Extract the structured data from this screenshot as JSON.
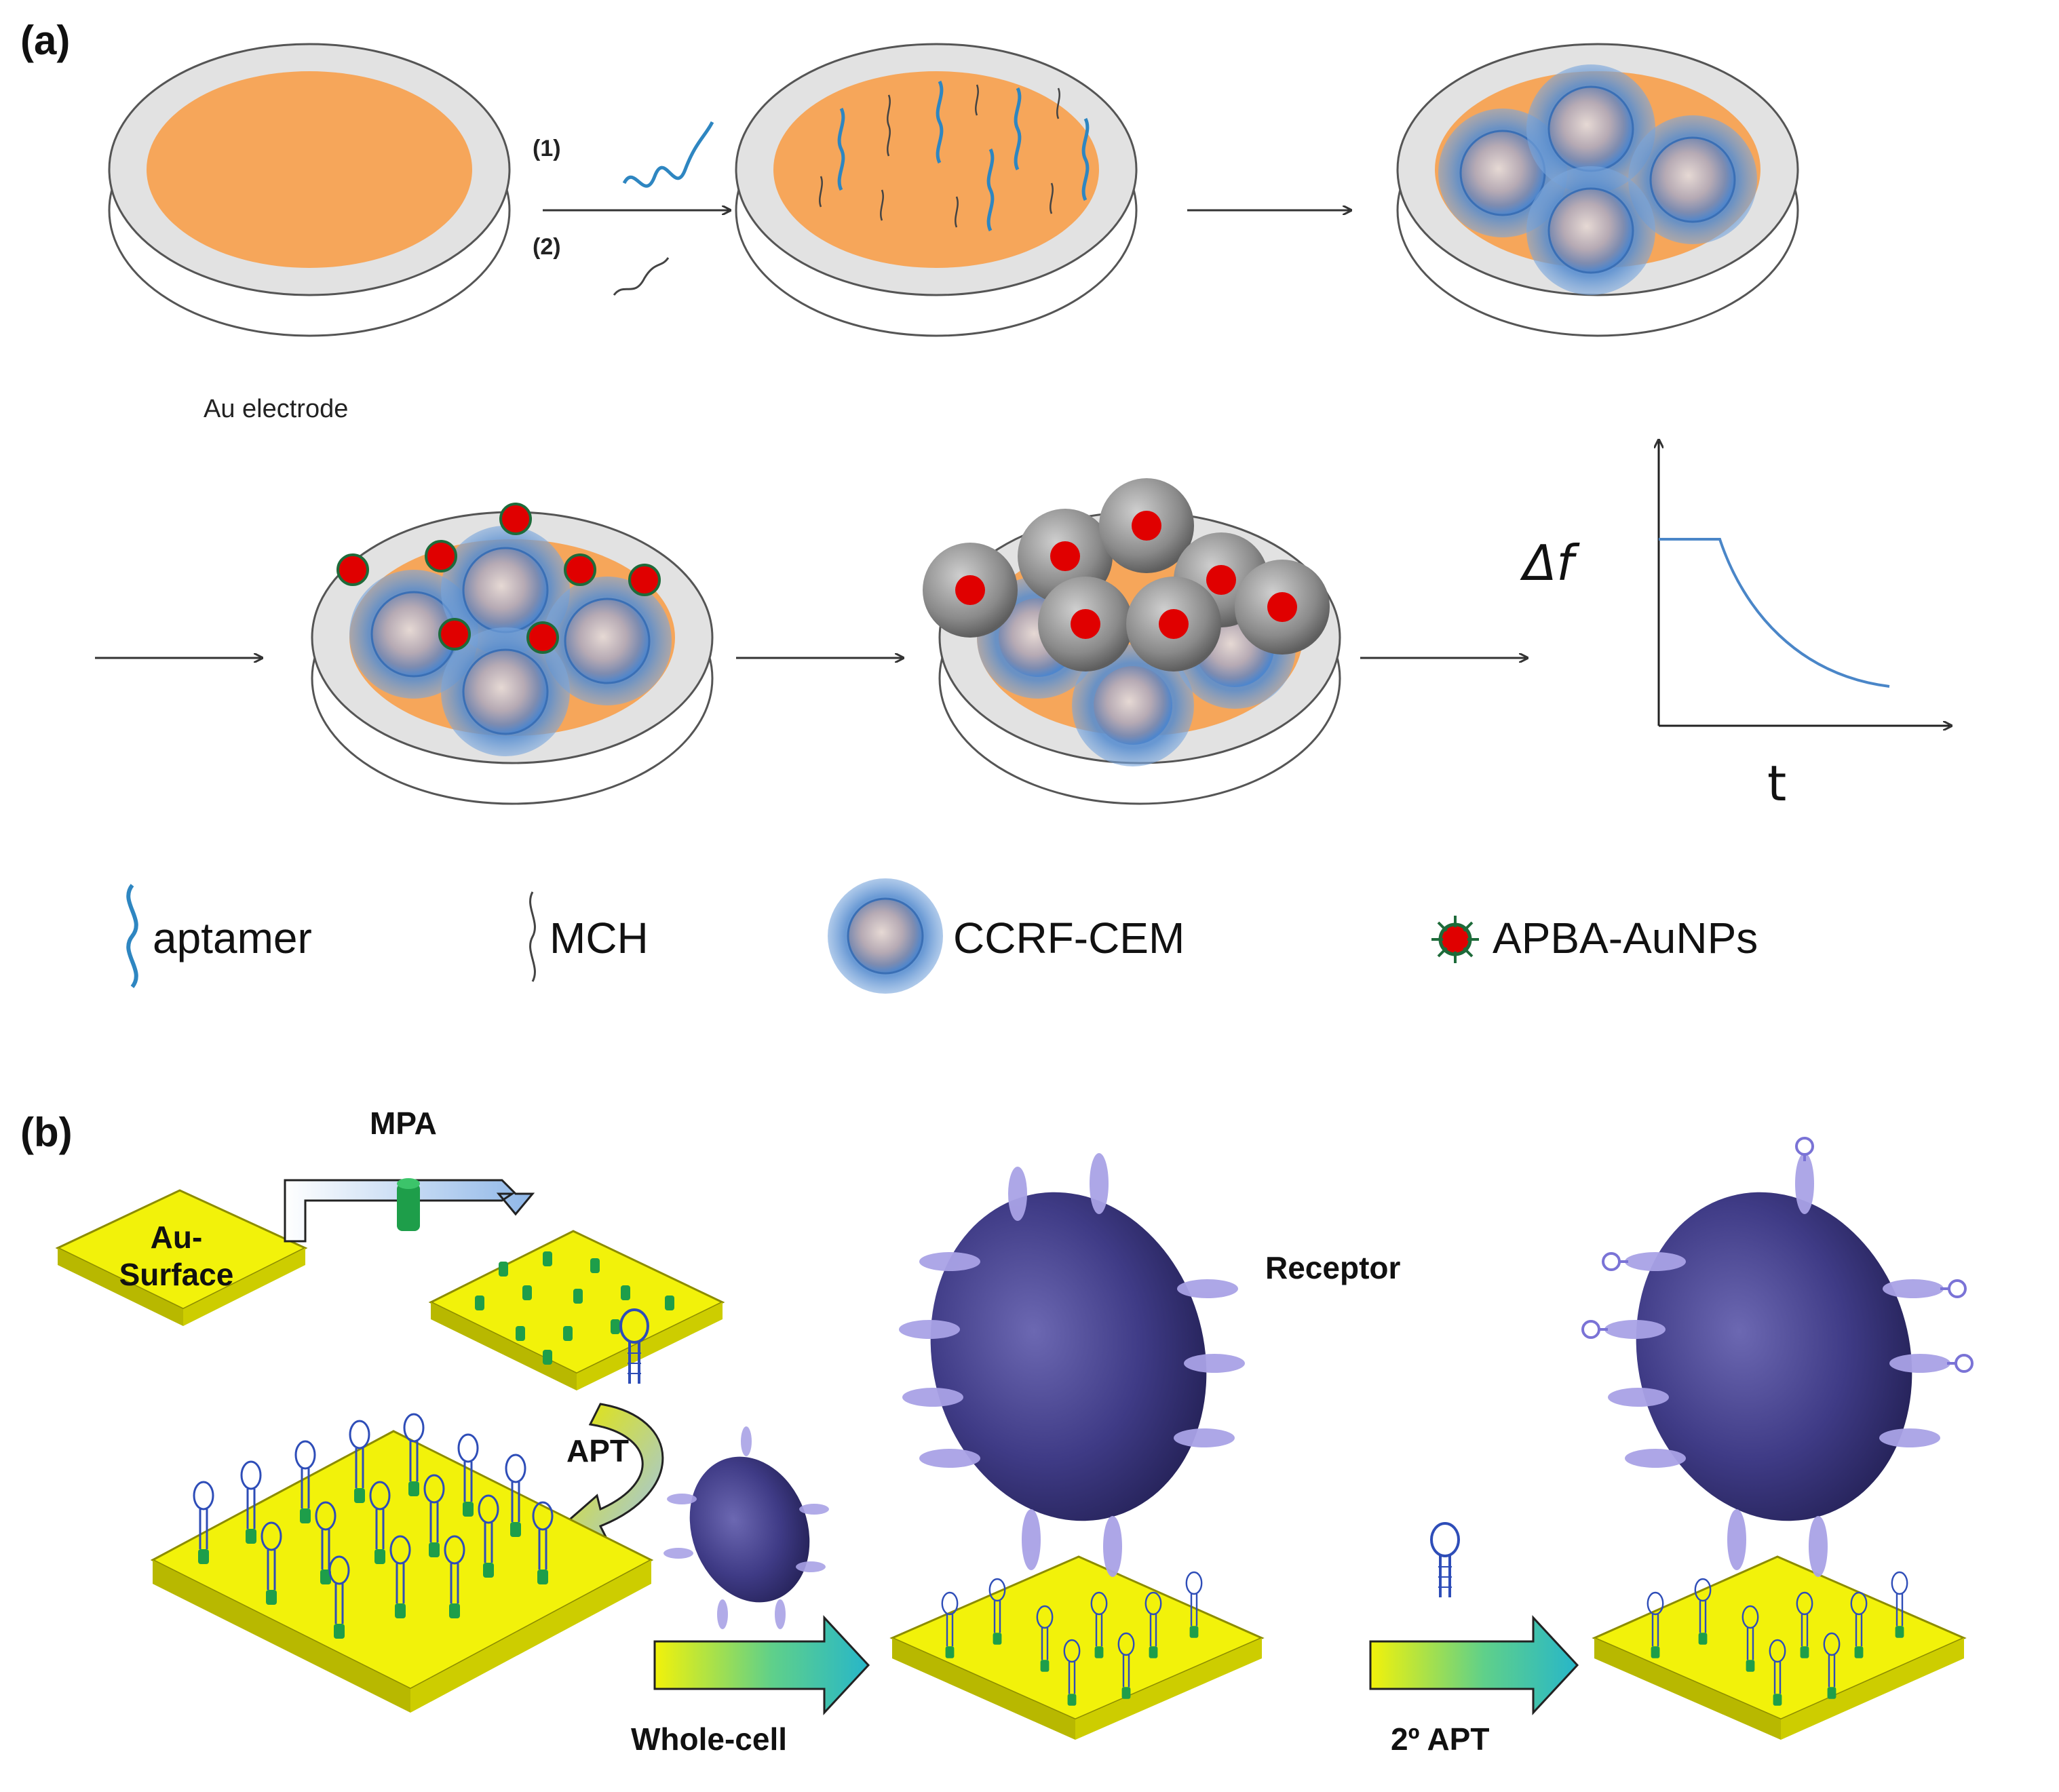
{
  "panel_a": {
    "label": "(a)",
    "step1_label": "(1)",
    "step2_label": "(2)",
    "electrode_caption": "Au electrode",
    "plot_y_label": "Δf",
    "plot_x_label": "t",
    "legend": [
      "aptamer",
      "MCH",
      "CCRF-CEM",
      "APBA-AuNPs"
    ]
  },
  "panel_b": {
    "label": "(b)",
    "mpa_label": "MPA",
    "surface_label_line1": "Au-",
    "surface_label_line2": "Surface",
    "apt_label": "APT",
    "receptor_label": "Receptor",
    "whole_cell_label": "Whole-cell",
    "secondary_apt_label": "2º APT"
  },
  "colors": {
    "gold_orange": "#F6A65A",
    "dish_grey": "#D9D9D9",
    "aptamer_blue": "#2E86C1",
    "cell_blue": "#5A8FD0",
    "nanoparticle_red": "#E00000",
    "au_yellow": "#F2F20A",
    "mpa_green": "#1E9E4A",
    "cell_purple": "#3F3B86",
    "receptor_lavender": "#A9A2E6"
  }
}
